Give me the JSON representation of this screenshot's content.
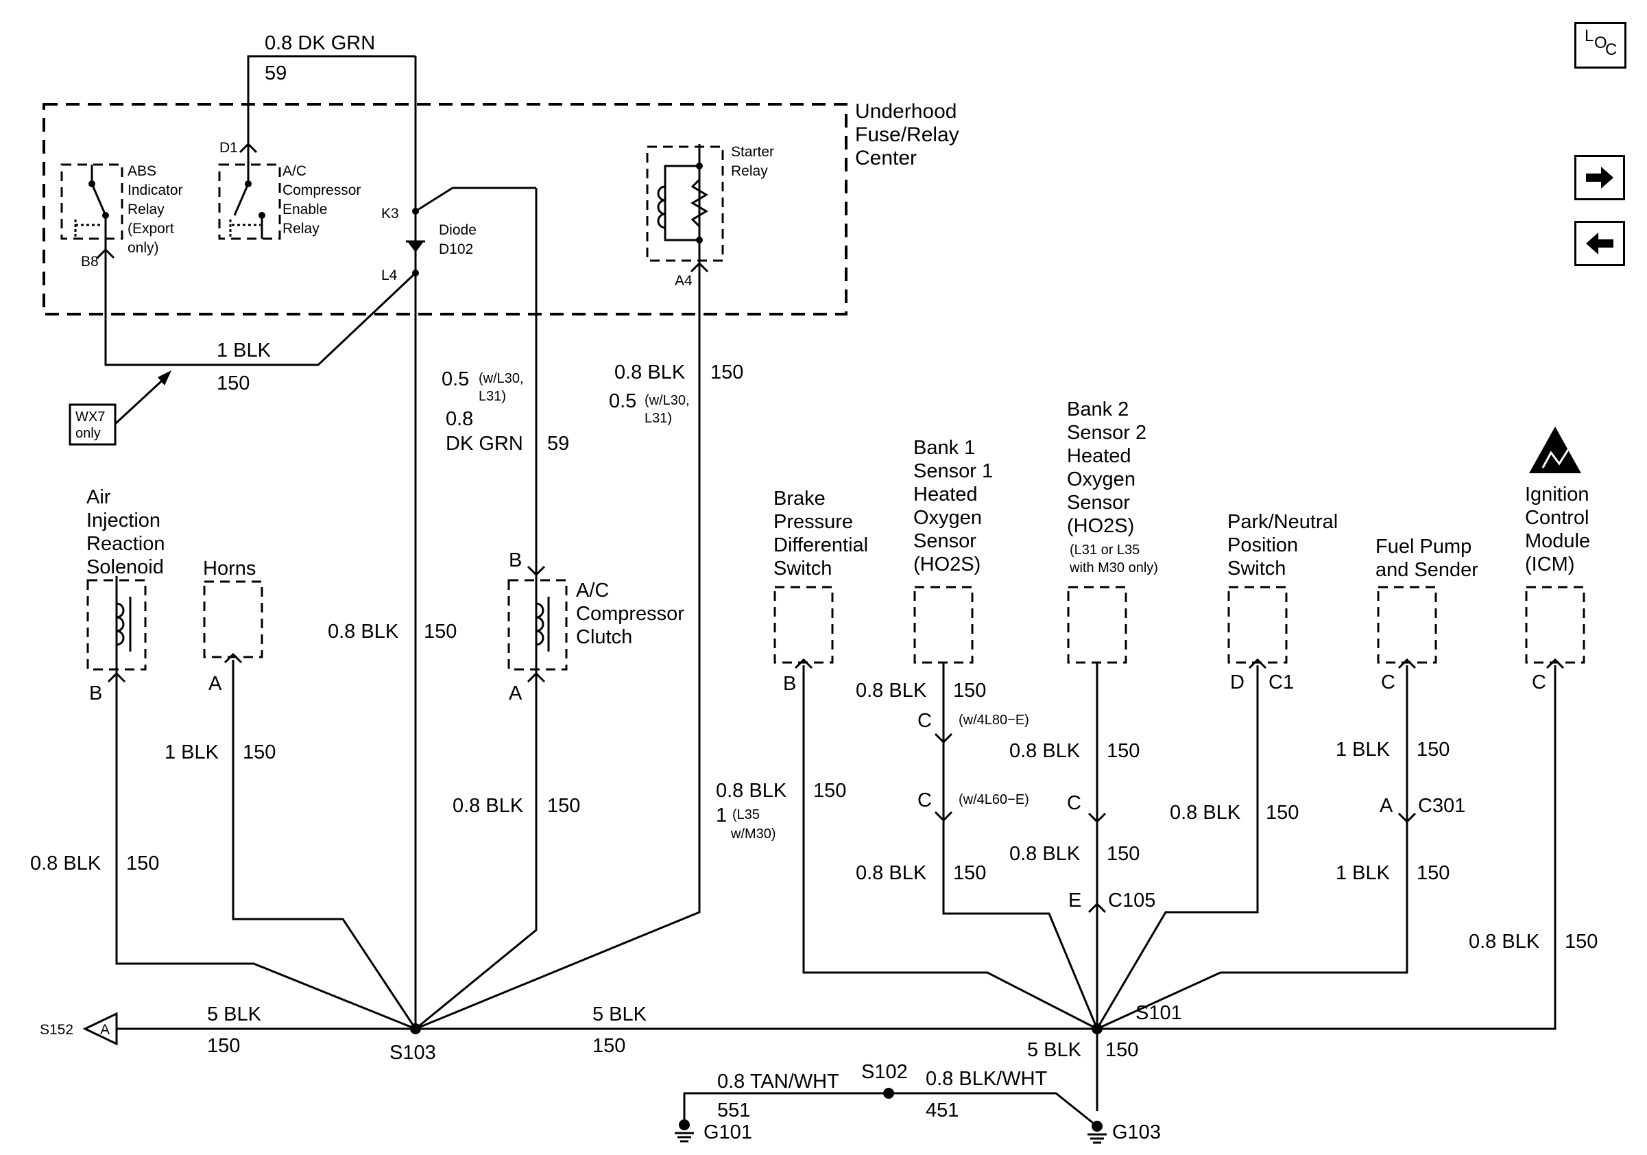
{
  "nav": {
    "loc_l": "L",
    "loc_o": "O",
    "loc_c": "C",
    "next_icon": "right-arrow-icon",
    "prev_icon": "left-arrow-icon"
  },
  "fuse_center": {
    "line1": "Underhood",
    "line2": "Fuse/Relay",
    "line3": "Center"
  },
  "abs_relay": {
    "l1": "ABS",
    "l2": "Indicator",
    "l3": "Relay",
    "l4": "(Export",
    "l5": "only)",
    "pin": "B8"
  },
  "ac_relay": {
    "l1": "A/C",
    "l2": "Compressor",
    "l3": "Enable",
    "l4": "Relay",
    "pin": "D1"
  },
  "diode": {
    "l1": "Diode",
    "l2": "D102",
    "pin_top": "K3",
    "pin_bottom": "L4"
  },
  "starter_relay": {
    "l1": "Starter",
    "l2": "Relay",
    "pin": "A4"
  },
  "wx7": {
    "l1": "WX7",
    "l2": "only"
  },
  "wires": {
    "top_green": "0.8 DK GRN",
    "top_green_circuit": "59",
    "blk1": "1 BLK",
    "blk1_circuit": "150",
    "ac_wire_a": "0.5",
    "ac_wire_a_note1": "(w/L30,",
    "ac_wire_a_note2": "L31)",
    "ac_wire_b": "0.8",
    "ac_wire_b2": "DK GRN",
    "ac_wire_b_circuit": "59",
    "starter_wire": "0.8 BLK",
    "starter_circuit": "150",
    "starter_alt": "0.5",
    "starter_alt_note1": "(w/L30,",
    "starter_alt_note2": "L31)",
    "center_wire": "0.8 BLK",
    "center_circuit": "150",
    "horn_wire": "1 BLK",
    "horn_circuit": "150",
    "air_wire": "0.8 BLK",
    "air_circuit": "150",
    "clutch_wire": "0.8 BLK",
    "clutch_circuit": "150",
    "brake_wire": "0.8 BLK",
    "brake_circuit": "150",
    "brake_alt": "1",
    "brake_alt_note1": "(L35",
    "brake_alt_note2": "w/M30)",
    "b1s1_wire_a": "0.8 BLK",
    "b1s1_circuit_a": "150",
    "b1s1_wire_b": "0.8 BLK",
    "b1s1_circuit_b": "150",
    "b2s2_wire_a": "0.8 BLK",
    "b2s2_circuit_a": "150",
    "b2s2_wire_b": "0.8 BLK",
    "b2s2_circuit_b": "150",
    "park_wire": "0.8 BLK",
    "park_circuit": "150",
    "fuel_wire_a": "1 BLK",
    "fuel_circuit_a": "150",
    "fuel_wire_b": "1 BLK",
    "fuel_circuit_b": "150",
    "icm_wire": "0.8 BLK",
    "icm_circuit": "150",
    "bus_left": "5 BLK",
    "bus_left_circuit": "150",
    "bus_mid": "5 BLK",
    "bus_mid_circuit": "150",
    "g103_wire": "5 BLK",
    "g103_circuit": "150",
    "tan_wire": "0.8 TAN/WHT",
    "tan_circuit": "551",
    "blkwht_wire": "0.8 BLK/WHT",
    "blkwht_circuit": "451"
  },
  "components": {
    "air": {
      "l1": "Air",
      "l2": "Injection",
      "l3": "Reaction",
      "l4": "Solenoid",
      "pin": "B"
    },
    "horns": {
      "l1": "Horns",
      "pin": "A"
    },
    "clutch": {
      "l1": "A/C",
      "l2": "Compressor",
      "l3": "Clutch",
      "pin_top": "B",
      "pin_bottom": "A"
    },
    "brake": {
      "l1": "Brake",
      "l2": "Pressure",
      "l3": "Differential",
      "l4": "Switch",
      "pin": "B"
    },
    "b1s1": {
      "l1": "Bank 1",
      "l2": "Sensor 1",
      "l3": "Heated",
      "l4": "Oxygen",
      "l5": "Sensor",
      "l6": "(HO2S)",
      "c1": "C",
      "c1_note": "(w/4L80−E)",
      "c2": "C",
      "c2_note": "(w/4L60−E)"
    },
    "b2s2": {
      "l1": "Bank 2",
      "l2": "Sensor 2",
      "l3": "Heated",
      "l4": "Oxygen",
      "l5": "Sensor",
      "l6": "(HO2S)",
      "l7": "(L31 or L35",
      "l8": "with M30 only)",
      "c1": "C",
      "c2": "E",
      "c2_conn": "C105"
    },
    "park": {
      "l1": "Park/Neutral",
      "l2": "Position",
      "l3": "Switch",
      "pin": "D",
      "conn": "C1"
    },
    "fuel": {
      "l1": "Fuel Pump",
      "l2": "and Sender",
      "pin": "C",
      "pin2": "A",
      "conn": "C301"
    },
    "icm": {
      "l1": "Ignition",
      "l2": "Control",
      "l3": "Module",
      "l4": "(ICM)",
      "pin": "C",
      "icon": "esd-warning-icon"
    }
  },
  "splices": {
    "s103": "S103",
    "s101": "S101",
    "s102": "S102",
    "s152": "S152",
    "s152_pin": "A"
  },
  "grounds": {
    "g101": "G101",
    "g103": "G103"
  }
}
